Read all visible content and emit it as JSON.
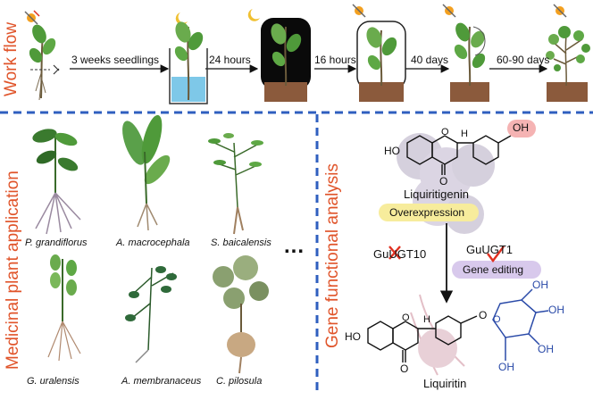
{
  "sections": {
    "workflow": "Work flow",
    "medicinal": "Medicinal plant application",
    "gene": "Gene functional analysis"
  },
  "workflow_steps": [
    "3 weeks seedlings",
    "24 hours",
    "16 hours",
    "40 days",
    "60-90 days"
  ],
  "species": [
    "P. grandiflorus",
    "A. macrocephala",
    "S. baicalensis",
    "G. uralensis",
    "A. membranaceus",
    "C. pilosula"
  ],
  "ellipsis": "...",
  "chemistry": {
    "compound_top": "Liquiritigenin",
    "compound_bottom": "Liquiritin",
    "overexpression": "Overexpression",
    "gene_editing": "Gene editing",
    "gene_left": "GuUGT10",
    "gene_right": "GuUGT1",
    "labels": {
      "ho": "HO",
      "oh": "OH",
      "h": "H",
      "o": "O"
    }
  },
  "colors": {
    "section_label": "#e0542a",
    "divider": "#2f5fbf",
    "leaf": "#4f9a3a",
    "soil": "#8b5a3c",
    "water": "#7ec8e8",
    "glucose_blue": "#2a4aa8",
    "overexpression_bg": "#f7ec9c",
    "gene_editing_bg": "#d8c9ec",
    "oh_highlight": "#f5b3b3",
    "cross_red": "#e03020"
  }
}
